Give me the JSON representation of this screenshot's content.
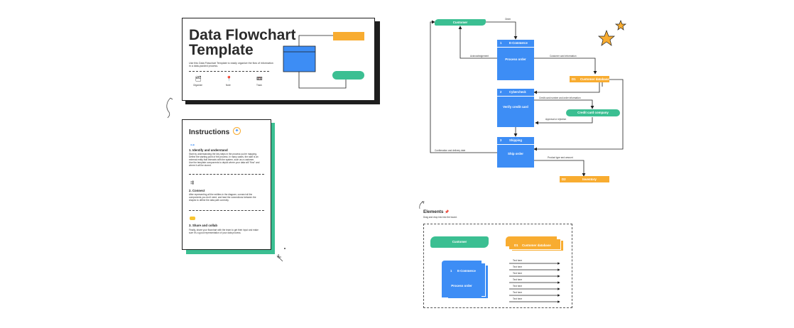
{
  "title_card": {
    "title_line1": "Data Flowchart",
    "title_line2": "Template",
    "description_line1": "Use this Data Flowchart Template to easily organize the flow of information",
    "description_line2": "in a data-packed process.",
    "icons": [
      {
        "name": "organize-icon",
        "label": "Organize",
        "glyph": "🗂"
      },
      {
        "name": "pin-icon",
        "label": "Note",
        "glyph": "📍"
      },
      {
        "name": "track-icon",
        "label": "Track",
        "glyph": "📼"
      }
    ]
  },
  "instructions": {
    "heading": "Instructions",
    "steps": [
      {
        "title": "1. Identify and understand",
        "lines": [
          "Start by understanding the key steps in the process you're mapping.",
          "Define the starting point of the process. In many cases, the start is an",
          "external entity that interacts with the system, such as a customer.",
          "Use the template components to depict where your data will \"flow\" and",
          "where it will be stored."
        ]
      },
      {
        "title": "2. Connect",
        "lines": [
          "After representing all the entities in the diagram, connect all the",
          "components you don't need, and lead the connections between the",
          "shapes to define the data path correctly."
        ]
      },
      {
        "title": "3. Share and collab",
        "lines": [
          "Finally, share your flowchart with the team to get their input and make",
          "sure it's a good representation of your data process."
        ]
      }
    ]
  },
  "flowchart": {
    "customer": "Customer",
    "order_label": "Order",
    "ecommerce": {
      "num": "1",
      "title": "E-Commerce",
      "body": "Process order"
    },
    "acknowledgement": "Acknowledgement",
    "customer_card_info": "Customer card information",
    "customer_database": {
      "num": "D1",
      "label": "Customer database"
    },
    "cybercheck": {
      "num": "2",
      "title": "Cybercheck",
      "body": "Verify credit card"
    },
    "credit_card_info": "Credit card number and order information",
    "credit_card_company": "Credit card company",
    "approval": "Approval or rejection",
    "shipping": {
      "num": "3",
      "title": "Shipping",
      "body": "Ship order"
    },
    "confirmation": "Confirmation and delivery date",
    "product_type": "Product type and amount",
    "inventory": {
      "num": "D2",
      "label": "Inventory"
    }
  },
  "elements": {
    "heading": "Elements",
    "subheading": "Drag and drop into into the board.",
    "customer": "Customer",
    "database": {
      "num": "D1",
      "label": "Customer database"
    },
    "process": {
      "num": "1",
      "title": "E-Commerce",
      "body": "Process order"
    },
    "arrows": [
      "Text here",
      "Text here",
      "Text here",
      "Text here",
      "Text here",
      "Text here",
      "Text here"
    ]
  },
  "colors": {
    "blue": "#3d8df5",
    "orange": "#f8ac30",
    "green": "#3bbf92",
    "dark": "#1e1e1e"
  }
}
